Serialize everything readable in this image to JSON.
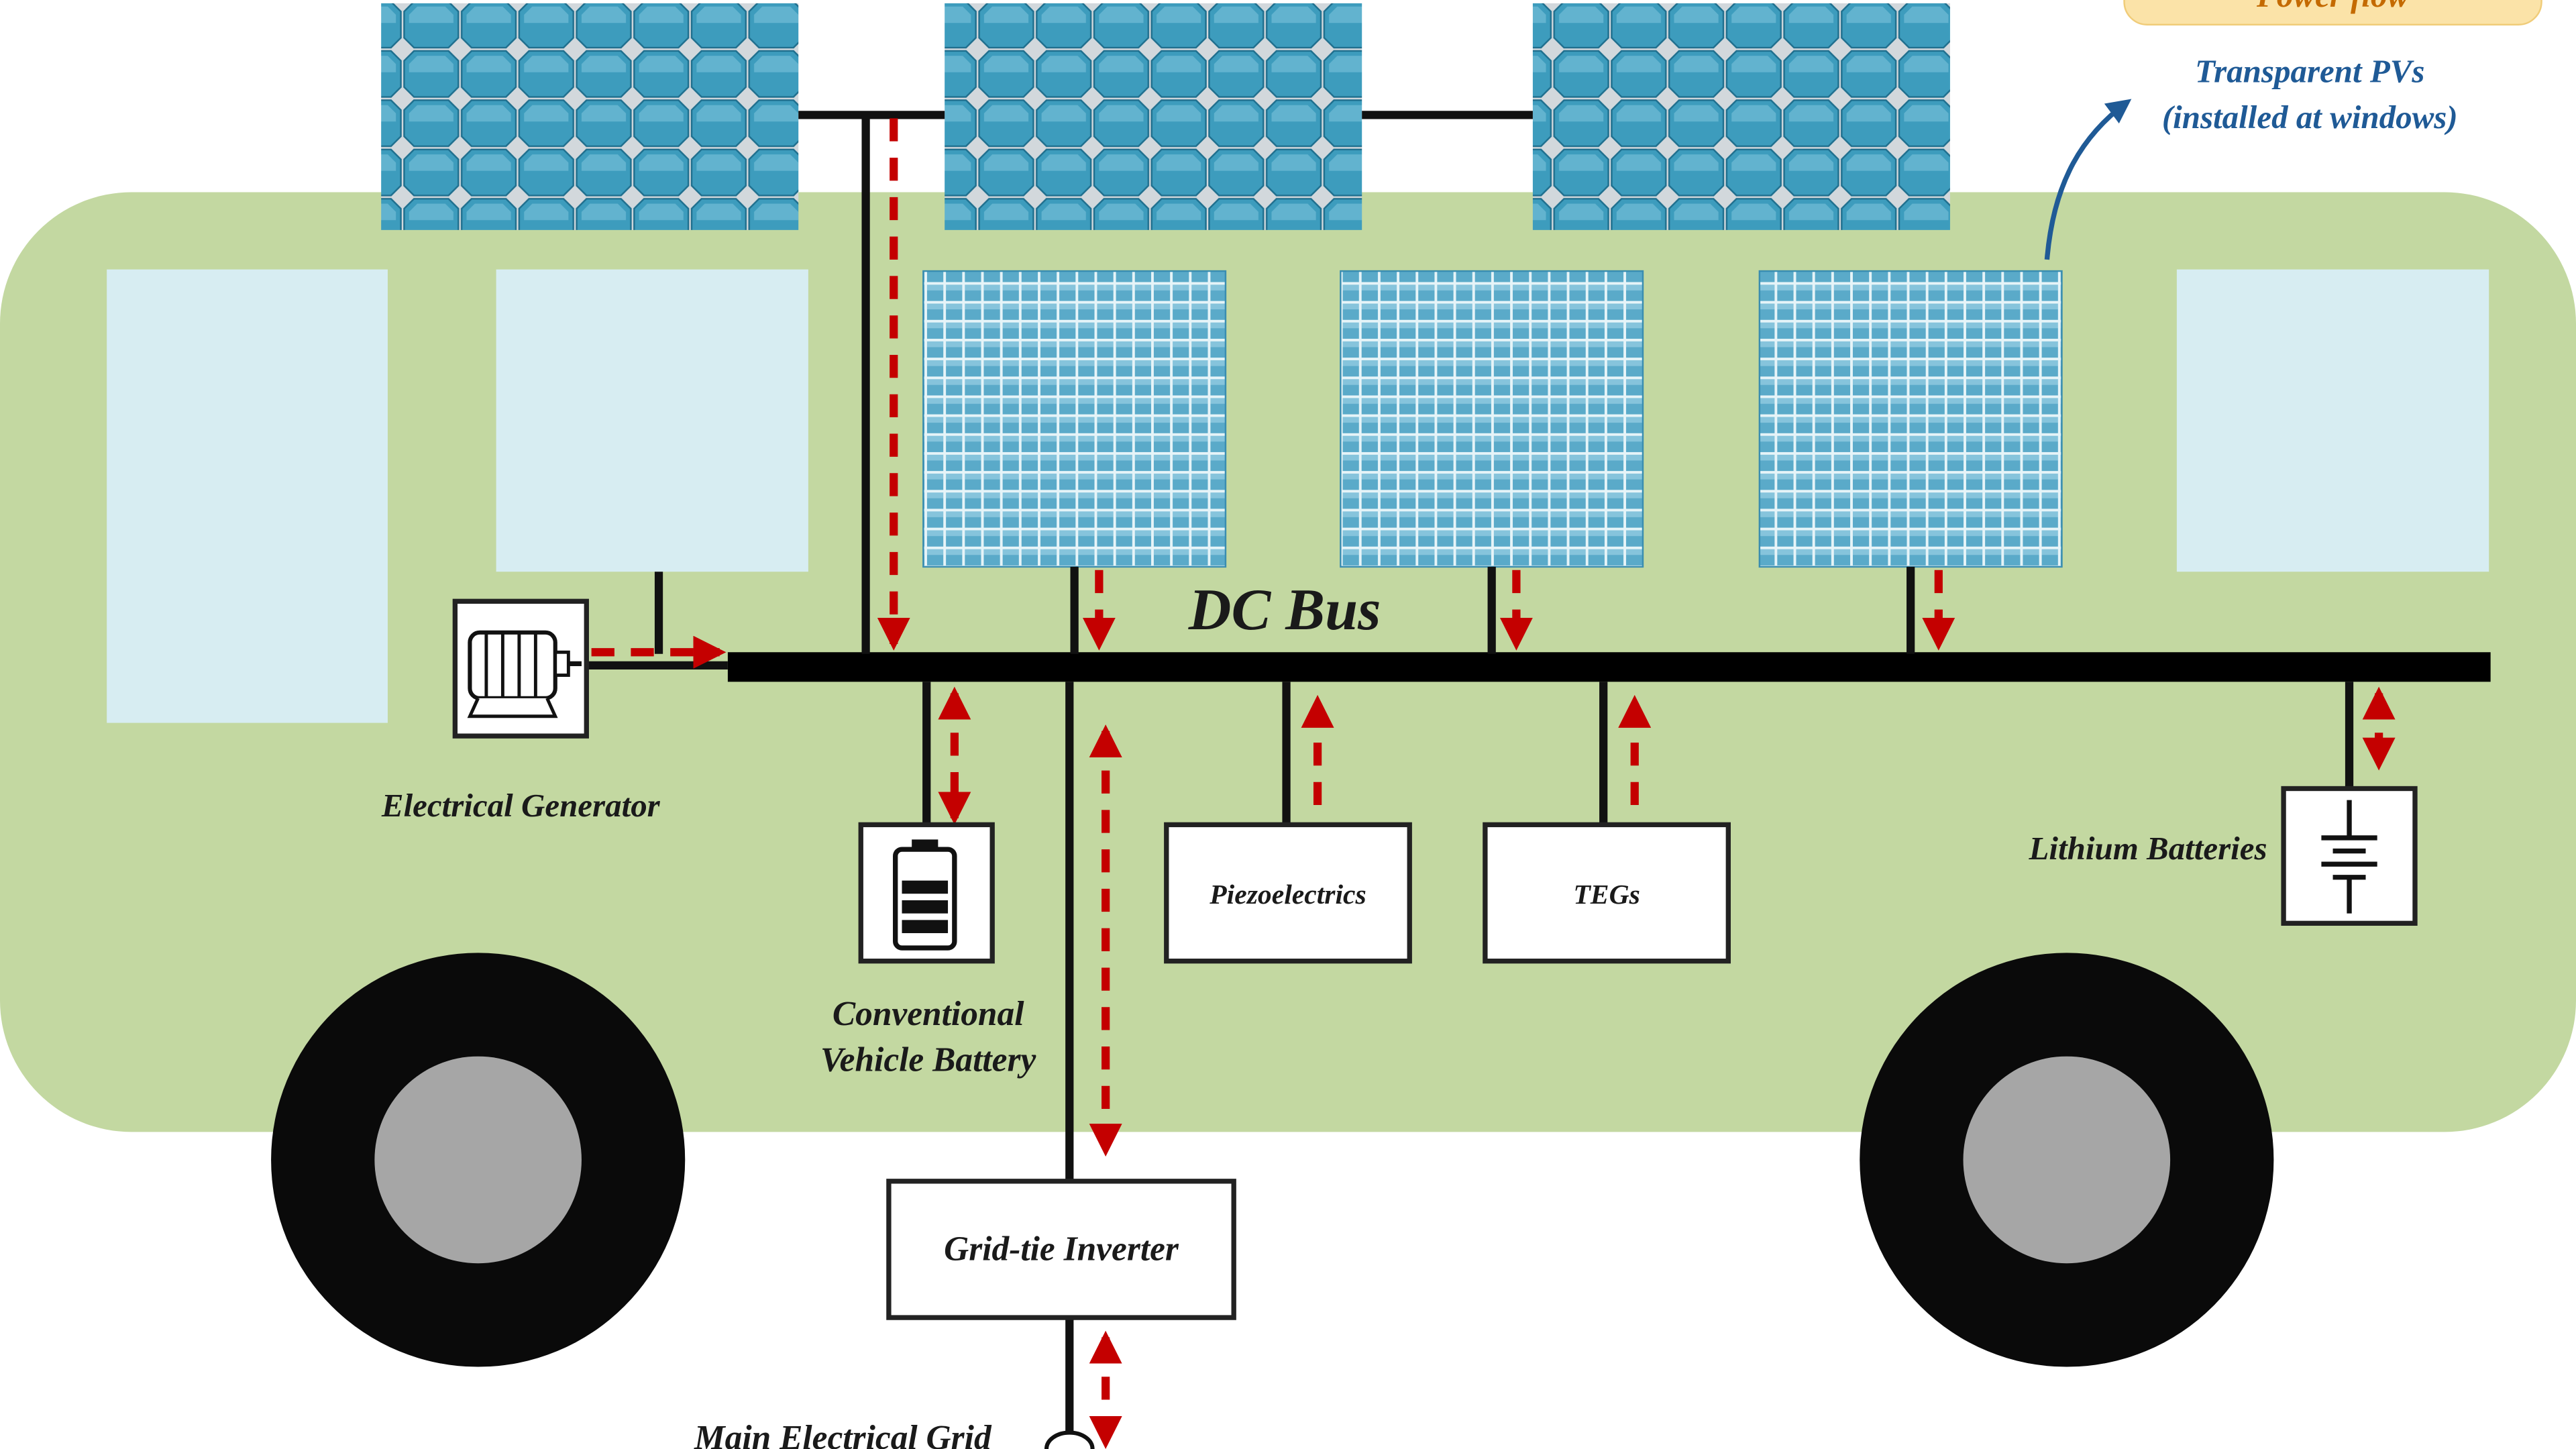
{
  "colors": {
    "bus_body": "#c3d8a1",
    "window": "#d7edf2",
    "wheel": "#0a0a0a",
    "hub": "#a6a6a6",
    "dc_bus": "#000000",
    "power_flow": "#c40000",
    "panel_frame": "#d2d8dc",
    "panel_cell": "#3d9cbd",
    "window_pv_cell": "#5aaac9",
    "legend_box": "#fbe3a8",
    "annotation_text": "#1f5a96"
  },
  "legend": {
    "label": "Power flow"
  },
  "annotation": {
    "line1": "Transparent PVs",
    "line2": "(installed at windows)"
  },
  "dc_bus": {
    "label": "DC Bus"
  },
  "components": {
    "generator": {
      "label": "Electrical Generator",
      "icon": "electric-motor-icon"
    },
    "conventional_battery": {
      "label_line1": "Conventional",
      "label_line2": "Vehicle Battery",
      "icon": "battery-icon"
    },
    "piezoelectrics": {
      "label": "Piezoelectrics"
    },
    "tegs": {
      "label": "TEGs"
    },
    "lithium_batteries": {
      "label": "Lithium Batteries",
      "icon": "battery-symbol-icon"
    },
    "grid_tie_inverter": {
      "label": "Grid-tie Inverter"
    },
    "main_grid": {
      "label": "Main Electrical Grid"
    }
  }
}
